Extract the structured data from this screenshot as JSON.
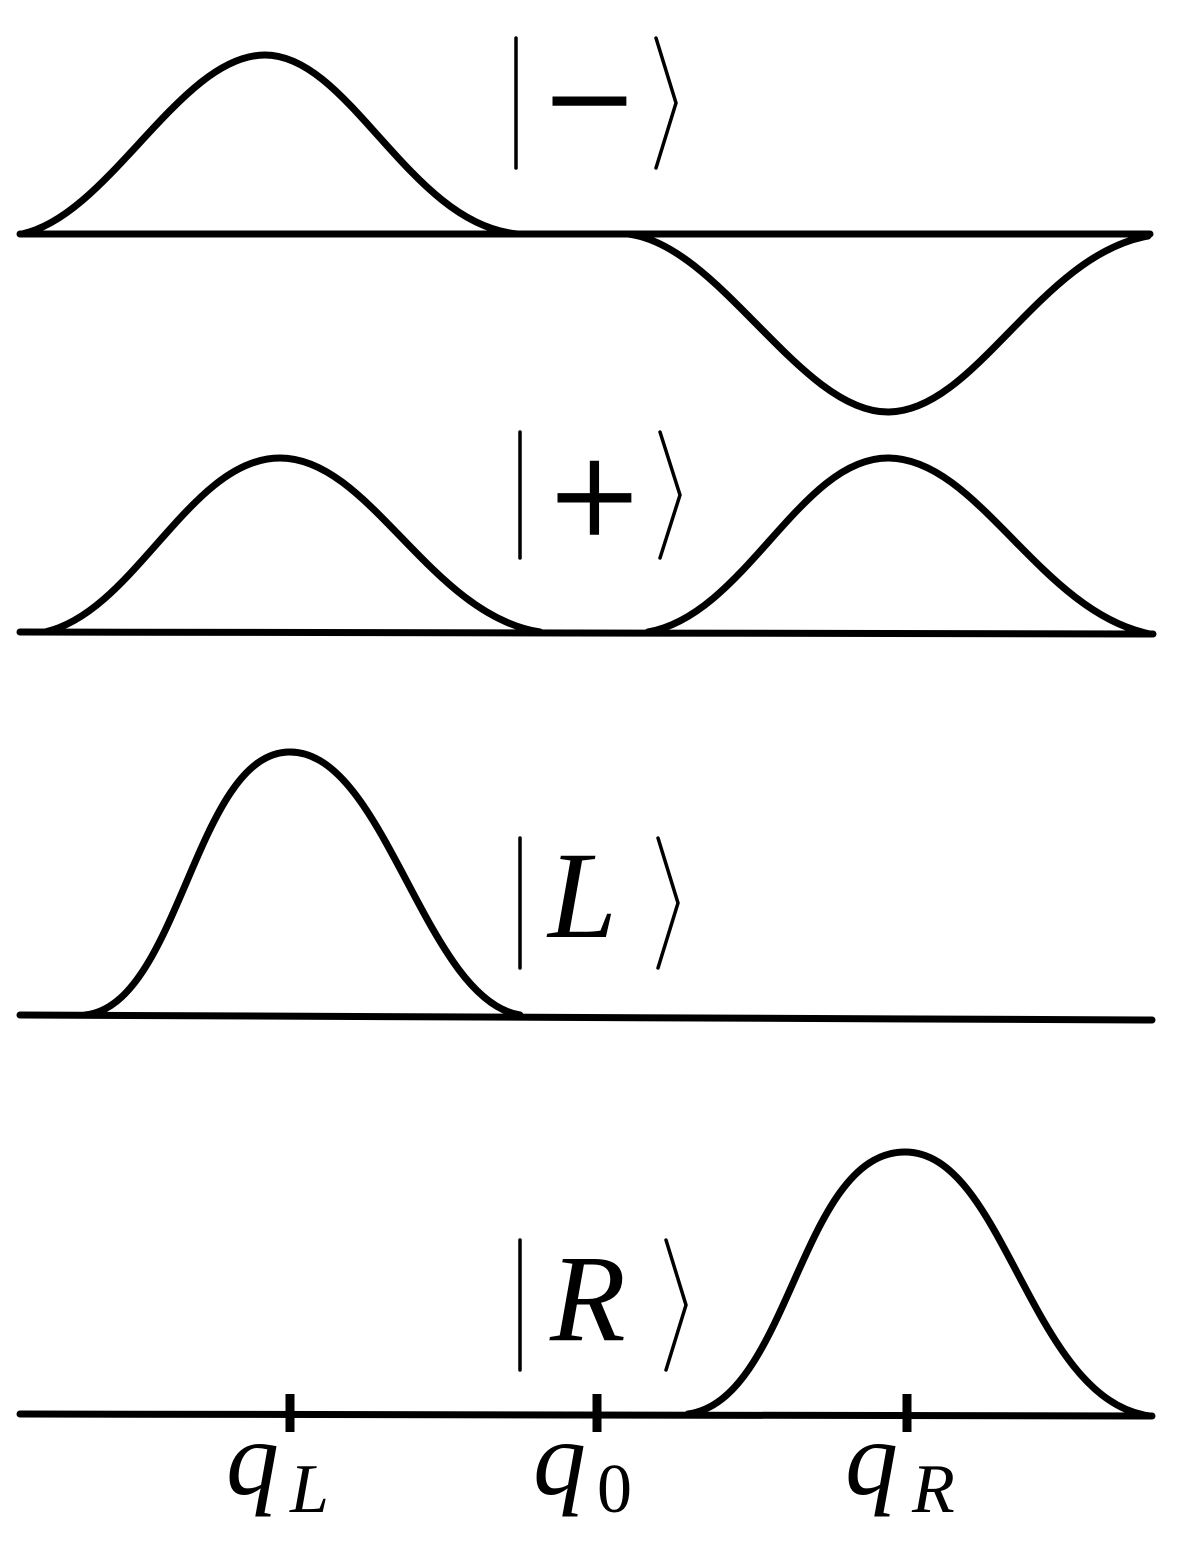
{
  "states": [
    {
      "id": "minus",
      "ket_symbol": "−"
    },
    {
      "id": "plus",
      "ket_symbol": "+"
    },
    {
      "id": "left",
      "ket_symbol": "L"
    },
    {
      "id": "right",
      "ket_symbol": "R"
    }
  ],
  "axis_labels": [
    {
      "id": "qL",
      "main": "q",
      "sub": "L"
    },
    {
      "id": "q0",
      "main": "q",
      "sub": "0"
    },
    {
      "id": "qR",
      "main": "q",
      "sub": "R"
    }
  ]
}
